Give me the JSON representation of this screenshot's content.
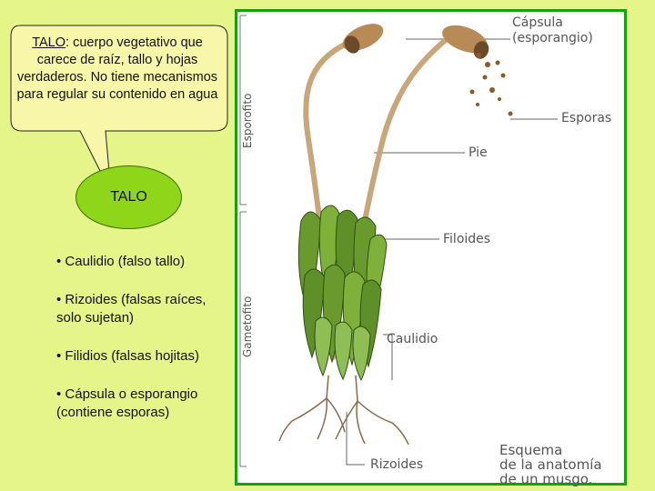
{
  "callout": {
    "term": "TALO",
    "text": ": cuerpo vegetativo que carece de raíz, tallo y hojas verdaderos. No tiene mecanismos para regular su contenido en agua"
  },
  "oval_label": "TALO",
  "bullets": [
    "• Caulidio (falso tallo)",
    "• Rizoides (falsas raíces, solo sujetan)",
    "• Filidios (falsas hojitas)",
    "• Cápsula o esporangio (contiene esporas)"
  ],
  "figure": {
    "labels": {
      "capsula": "Cápsula",
      "esporangio": "(esporangio)",
      "esporas": "Esporas",
      "pie": "Pie",
      "filoides": "Filoides",
      "caulidio": "Caulidio",
      "rizoides": "Rizoides",
      "esporofito": "Esporofito",
      "gametofito": "Gametofito",
      "caption_1": "Esquema",
      "caption_2": "de la anatomía",
      "caption_3": "de un musgo."
    },
    "colors": {
      "border": "#13a10e",
      "leaf": "#6a9a2e",
      "stalk": "#c9a57a",
      "capsule": "#b88a56",
      "root": "#8a6a4a"
    }
  }
}
